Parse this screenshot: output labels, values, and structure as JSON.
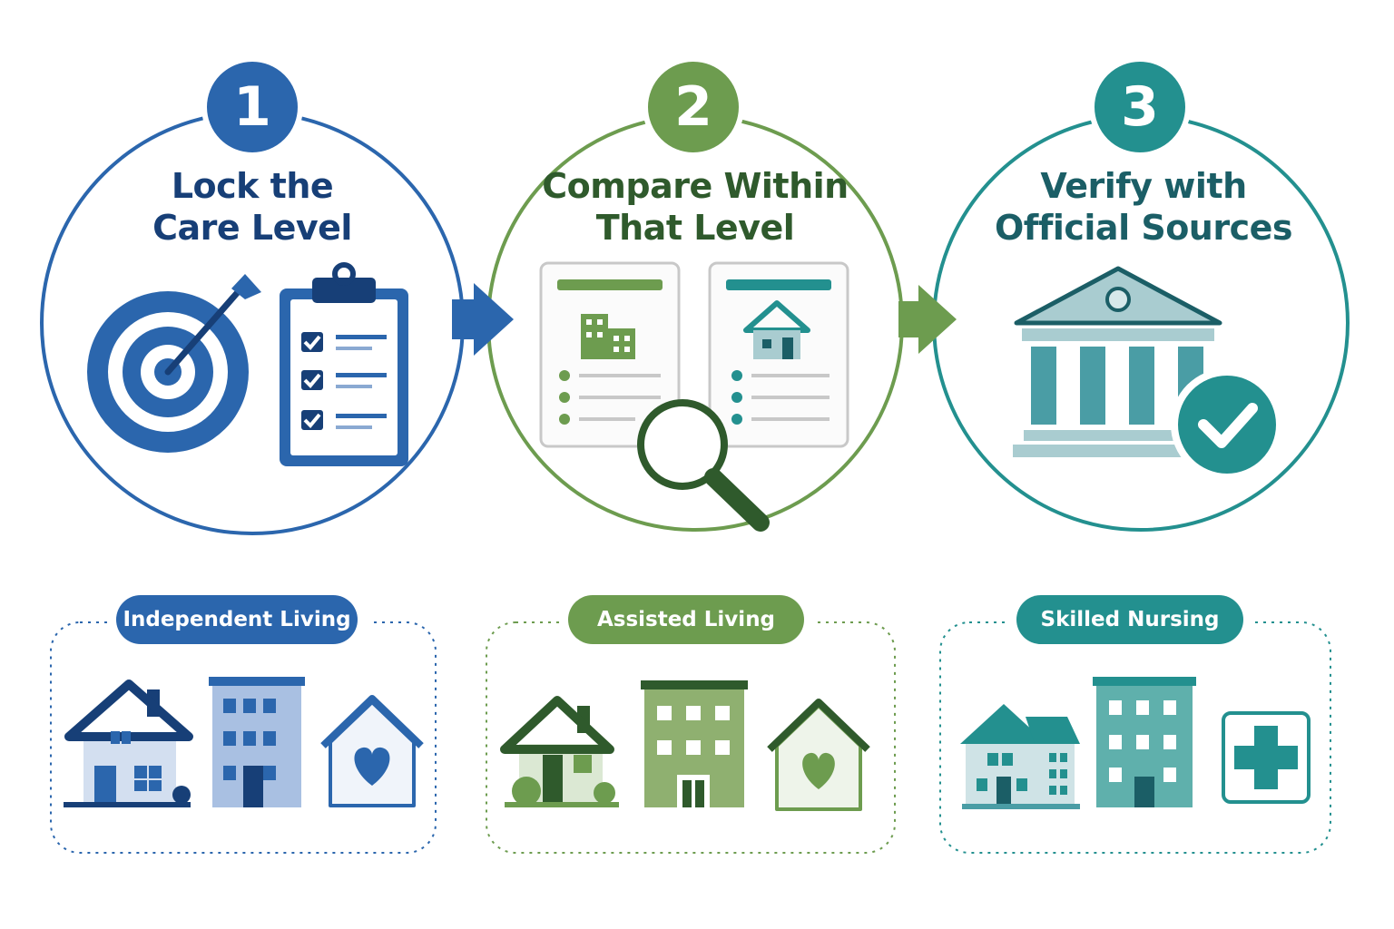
{
  "colors": {
    "blue": "#2b66ad",
    "blue_dark": "#173f77",
    "green": "#6d9c4f",
    "green_dark": "#2f5a2c",
    "teal": "#23908f",
    "teal_dark": "#1b5e66"
  },
  "steps": [
    {
      "number": "1",
      "title_line1": "Lock the",
      "title_line2": "Care Level",
      "icons": [
        "target-icon",
        "checklist-clipboard-icon"
      ]
    },
    {
      "number": "2",
      "title_line1": "Compare Within",
      "title_line2": "That Level",
      "icons": [
        "building-card-icon",
        "house-card-icon",
        "magnifier-icon"
      ]
    },
    {
      "number": "3",
      "title_line1": "Verify with",
      "title_line2": "Official Sources",
      "icons": [
        "government-building-icon",
        "check-badge-icon"
      ]
    }
  ],
  "care_levels": [
    {
      "label": "Independent Living",
      "icons": [
        "house-icon",
        "apartment-building-icon",
        "heart-house-icon"
      ]
    },
    {
      "label": "Assisted Living",
      "icons": [
        "house-icon",
        "apartment-building-icon",
        "heart-house-icon"
      ]
    },
    {
      "label": "Skilled Nursing",
      "icons": [
        "house-icon",
        "apartment-building-icon",
        "medical-cross-icon"
      ]
    }
  ]
}
